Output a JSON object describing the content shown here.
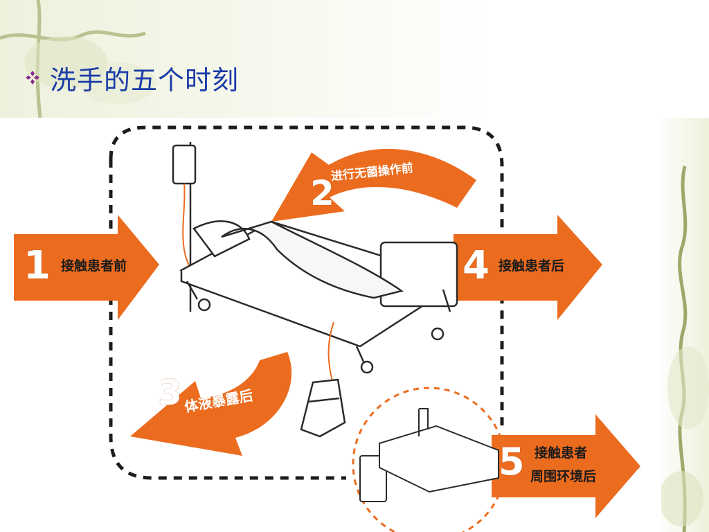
{
  "slide": {
    "title": "洗手的五个时刻",
    "bullet_icon": "diamond-cluster-icon"
  },
  "colors": {
    "title": "#1a3ca8",
    "bullet": "#8a2a8a",
    "arrow": "#ec6c1f",
    "dashed_border": "#1c1c1c",
    "vine": "#c7cfa0"
  },
  "moments": [
    {
      "number": "1",
      "label": "接触患者前"
    },
    {
      "number": "2",
      "label": "进行无菌操作前"
    },
    {
      "number": "3",
      "label": "体液暴露后"
    },
    {
      "number": "4",
      "label": "接触患者后"
    },
    {
      "number": "5",
      "label_line1": "接触患者",
      "label_line2": "周围环境后"
    }
  ]
}
